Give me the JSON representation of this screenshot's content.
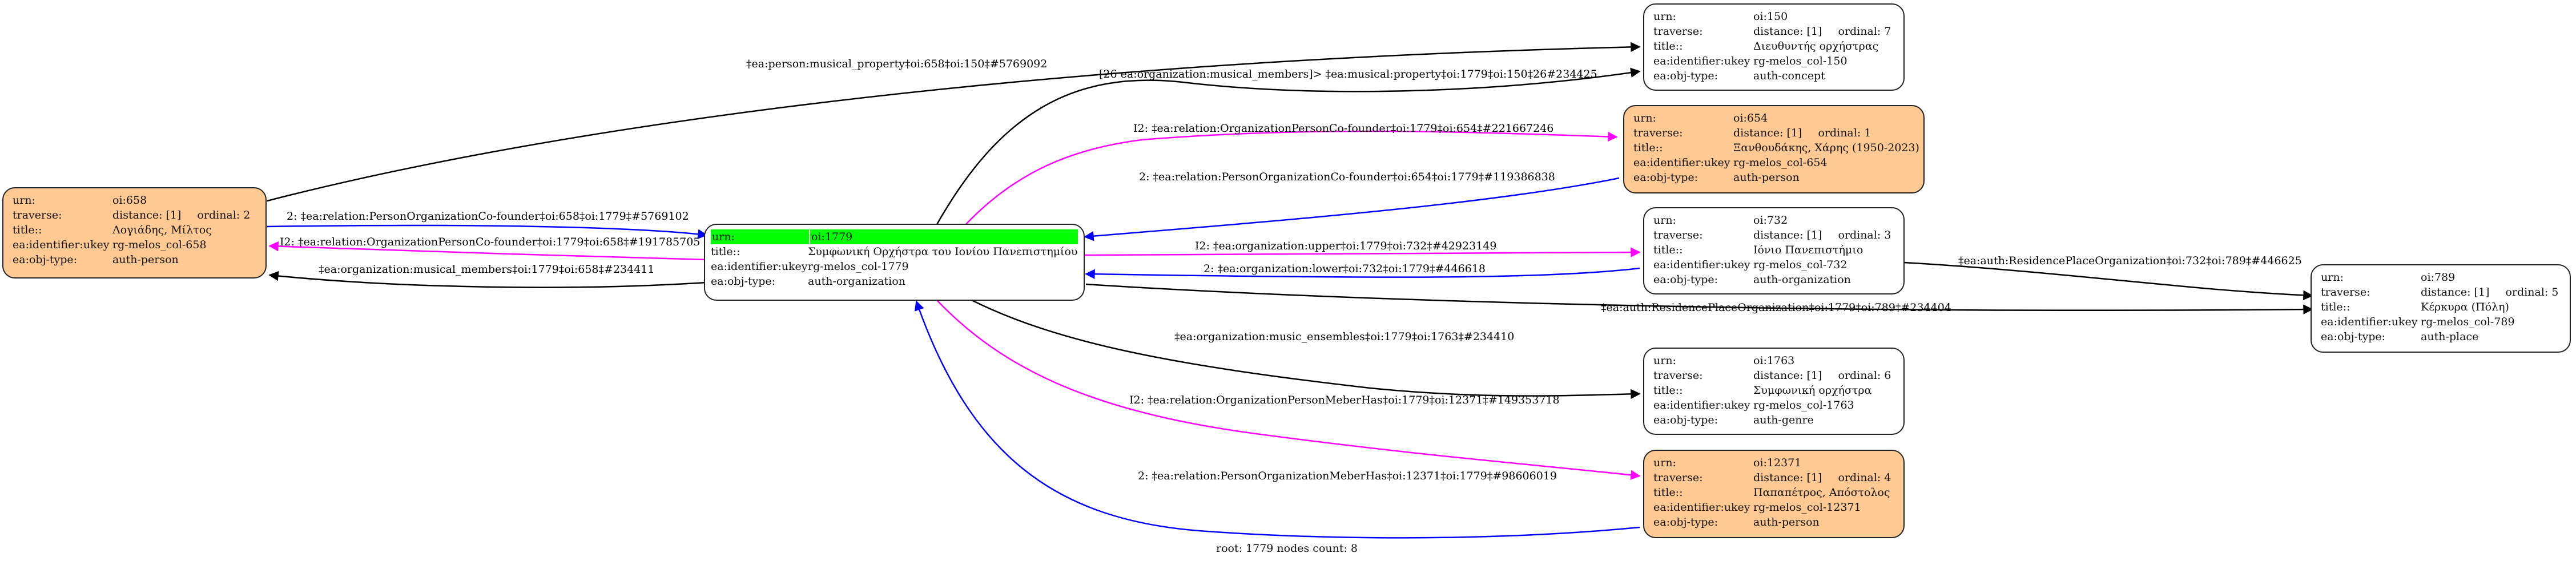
{
  "graph": {
    "footer": "root: 1779 nodes count: 8",
    "colors": {
      "person_fill": "#ffc993",
      "default_fill": "#ffffff",
      "root_highlight": "#00ff00",
      "edge_plain": "#000000",
      "edge_incoming_relation": "#0000ff",
      "edge_outgoing_relation": "#ff00ff"
    },
    "field_labels": {
      "urn": "urn:",
      "traverse": "traverse:",
      "title": "title::",
      "ukey": "ea:identifier:ukey",
      "objtype": "ea:obj-type:"
    },
    "nodes": {
      "n658": {
        "urn": "oi:658",
        "distance": "distance: [1]",
        "ordinal": "ordinal: 2",
        "title": "Λογιάδης, Μίλτος",
        "ukey": "rg-melos_col-658",
        "objtype": "auth-person"
      },
      "n1779": {
        "urn": "oi:1779",
        "title": "Συμφωνική Ορχήστρα του Ιονίου Πανεπιστημίου",
        "ukey": "rg-melos_col-1779",
        "objtype": "auth-organization"
      },
      "n150": {
        "urn": "oi:150",
        "distance": "distance: [1]",
        "ordinal": "ordinal: 7",
        "title": "Διευθυντής ορχήστρας",
        "ukey": "rg-melos_col-150",
        "objtype": "auth-concept"
      },
      "n654": {
        "urn": "oi:654",
        "distance": "distance: [1]",
        "ordinal": "ordinal: 1",
        "title": "Ξανθουδάκης, Χάρης (1950-2023)",
        "ukey": "rg-melos_col-654",
        "objtype": "auth-person"
      },
      "n732": {
        "urn": "oi:732",
        "distance": "distance: [1]",
        "ordinal": "ordinal: 3",
        "title": "Ιόνιο Πανεπιστήμιο",
        "ukey": "rg-melos_col-732",
        "objtype": "auth-organization"
      },
      "n1763": {
        "urn": "oi:1763",
        "distance": "distance: [1]",
        "ordinal": "ordinal: 6",
        "title": "Συμφωνική ορχήστρα",
        "ukey": "rg-melos_col-1763",
        "objtype": "auth-genre"
      },
      "n12371": {
        "urn": "oi:12371",
        "distance": "distance: [1]",
        "ordinal": "ordinal: 4",
        "title": "Παπαπέτρος, Απόστολος",
        "ukey": "rg-melos_col-12371",
        "objtype": "auth-person"
      },
      "n789": {
        "urn": "oi:789",
        "distance": "distance: [1]",
        "ordinal": "ordinal: 5",
        "title": "Κέρκυρα (Πόλη)",
        "ukey": "rg-melos_col-789",
        "objtype": "auth-place"
      }
    },
    "edges": [
      {
        "from": "oi:658",
        "to": "oi:150",
        "color": "#000000",
        "label": "‡ea:person:musical_property‡oi:658‡oi:150‡#5769092"
      },
      {
        "from": "oi:1779",
        "to": "oi:150",
        "color": "#000000",
        "label": "[26 ea:organization:musical_members]> ‡ea:musical:property‡oi:1779‡oi:150‡26#234425"
      },
      {
        "from": "oi:1779",
        "to": "oi:654",
        "color": "#ff00ff",
        "label": "I2: ‡ea:relation:OrganizationPersonCo-founder‡oi:1779‡oi:654‡#221667246"
      },
      {
        "from": "oi:654",
        "to": "oi:1779",
        "color": "#0000ff",
        "label": "2: ‡ea:relation:PersonOrganizationCo-founder‡oi:654‡oi:1779‡#119386838"
      },
      {
        "from": "oi:658",
        "to": "oi:1779",
        "color": "#0000ff",
        "label": "2: ‡ea:relation:PersonOrganizationCo-founder‡oi:658‡oi:1779‡#5769102"
      },
      {
        "from": "oi:1779",
        "to": "oi:658",
        "color": "#ff00ff",
        "label": "I2: ‡ea:relation:OrganizationPersonCo-founder‡oi:1779‡oi:658‡#191785705"
      },
      {
        "from": "oi:1779",
        "to": "oi:658",
        "color": "#000000",
        "label": "‡ea:organization:musical_members‡oi:1779‡oi:658‡#234411"
      },
      {
        "from": "oi:1779",
        "to": "oi:732",
        "color": "#ff00ff",
        "label": "I2: ‡ea:organization:upper‡oi:1779‡oi:732‡#42923149"
      },
      {
        "from": "oi:732",
        "to": "oi:1779",
        "color": "#0000ff",
        "label": "2: ‡ea:organization:lower‡oi:732‡oi:1779‡#446618"
      },
      {
        "from": "oi:732",
        "to": "oi:789",
        "color": "#000000",
        "label": "‡ea:auth:ResidencePlaceOrganization‡oi:732‡oi:789‡#446625"
      },
      {
        "from": "oi:1779",
        "to": "oi:789",
        "color": "#000000",
        "label": "‡ea:auth:ResidencePlaceOrganization‡oi:1779‡oi:789‡#234404"
      },
      {
        "from": "oi:1779",
        "to": "oi:1763",
        "color": "#000000",
        "label": "‡ea:organization:music_ensembles‡oi:1779‡oi:1763‡#234410"
      },
      {
        "from": "oi:1779",
        "to": "oi:12371",
        "color": "#ff00ff",
        "label": "I2: ‡ea:relation:OrganizationPersonMeberHas‡oi:1779‡oi:12371‡#149353718"
      },
      {
        "from": "oi:12371",
        "to": "oi:1779",
        "color": "#0000ff",
        "label": "2: ‡ea:relation:PersonOrganizationMeberHas‡oi:12371‡oi:1779‡#98606019"
      }
    ]
  }
}
